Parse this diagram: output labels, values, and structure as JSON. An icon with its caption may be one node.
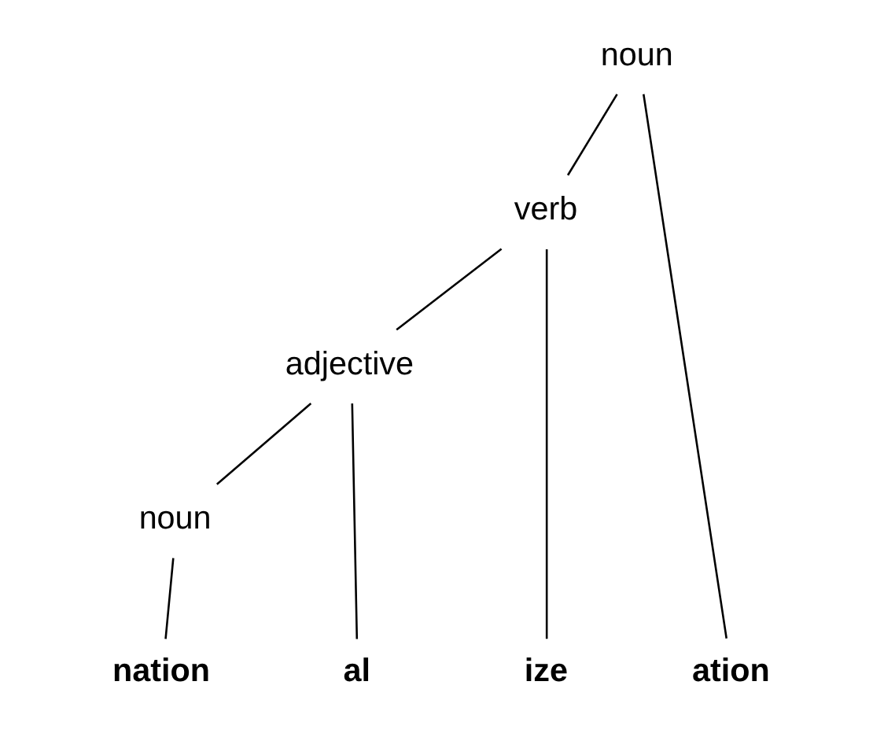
{
  "diagram": {
    "nodes": [
      {
        "text": [
          "noun"
        ]
      },
      {
        "text": [
          "verb"
        ]
      },
      {
        "text": [
          "adjective"
        ]
      },
      {
        "text": [
          "noun"
        ]
      },
      {
        "text": [
          "nation"
        ]
      },
      {
        "text": [
          "al"
        ]
      },
      {
        "text": [
          "ize"
        ]
      },
      {
        "text": [
          "ation"
        ]
      }
    ],
    "edges": [
      {
        "from": 0,
        "to": 1,
        "arrow": "none"
      },
      {
        "from": 0,
        "to": 7,
        "arrow": "none"
      },
      {
        "from": 1,
        "to": 2,
        "arrow": "none"
      },
      {
        "from": 1,
        "to": 6,
        "arrow": "none"
      },
      {
        "from": 2,
        "to": 3,
        "arrow": "none"
      },
      {
        "from": 2,
        "to": 5,
        "arrow": "none"
      },
      {
        "from": 3,
        "to": 4,
        "arrow": "none"
      }
    ]
  }
}
